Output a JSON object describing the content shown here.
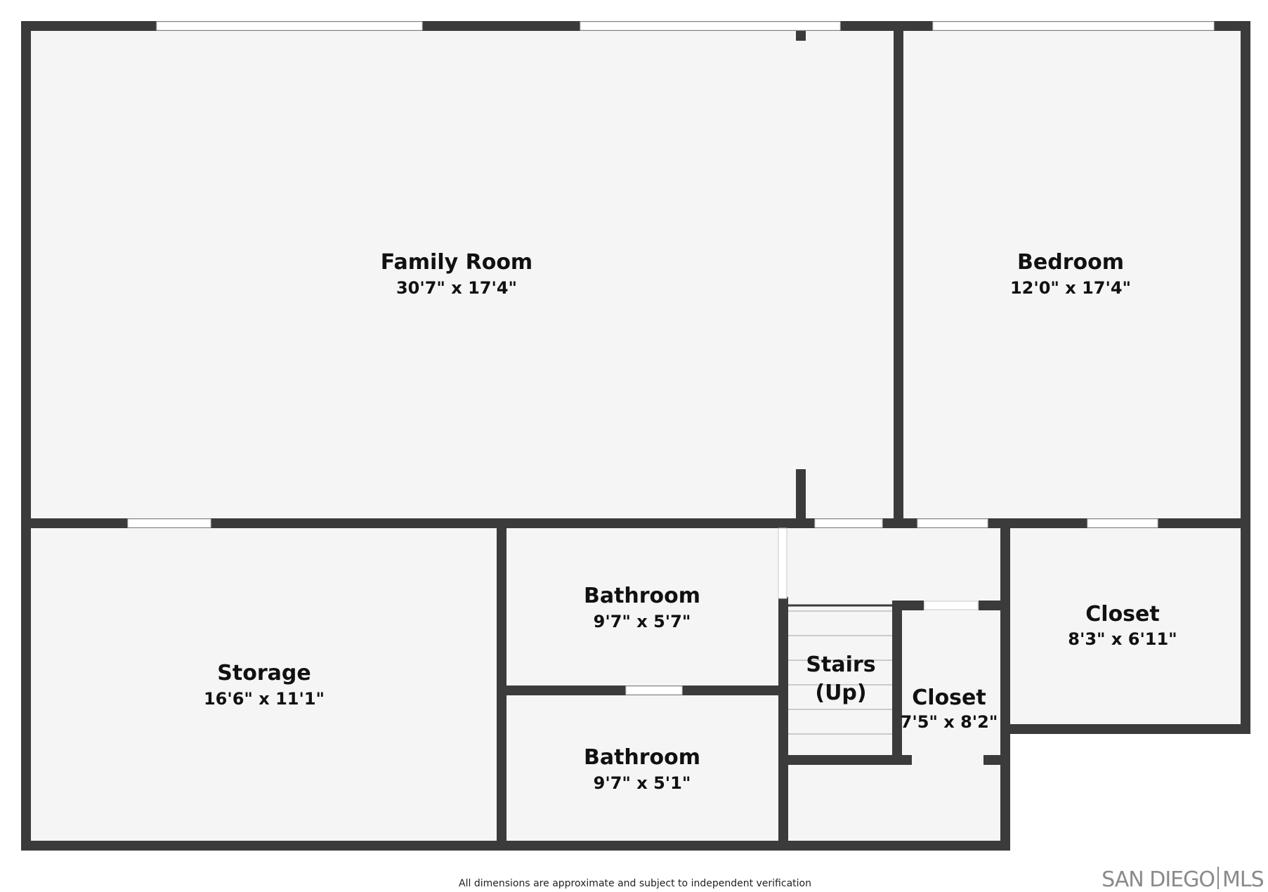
{
  "colors": {
    "wall": "#3b3b3b",
    "floor": "#f5f5f5",
    "window": "#ffffff",
    "background": "#ffffff"
  },
  "rooms": {
    "family_room": {
      "name": "Family Room",
      "dims": "30'7\" x 17'4\""
    },
    "bedroom": {
      "name": "Bedroom",
      "dims": "12'0\" x 17'4\""
    },
    "storage": {
      "name": "Storage",
      "dims": "16'6\" x 11'1\""
    },
    "bathroom_1": {
      "name": "Bathroom",
      "dims": "9'7\" x 5'7\""
    },
    "bathroom_2": {
      "name": "Bathroom",
      "dims": "9'7\" x 5'1\""
    },
    "stairs": {
      "name_line1": "Stairs",
      "name_line2": "(Up)"
    },
    "closet_1": {
      "name": "Closet",
      "dims": "7'5\" x 8'2\""
    },
    "closet_2": {
      "name": "Closet",
      "dims": "8'3\" x 6'11\""
    }
  },
  "footer": {
    "note": "All dimensions are approximate and subject to independent verification",
    "brand_left": "SAN DIEGO",
    "brand_right": "MLS"
  }
}
